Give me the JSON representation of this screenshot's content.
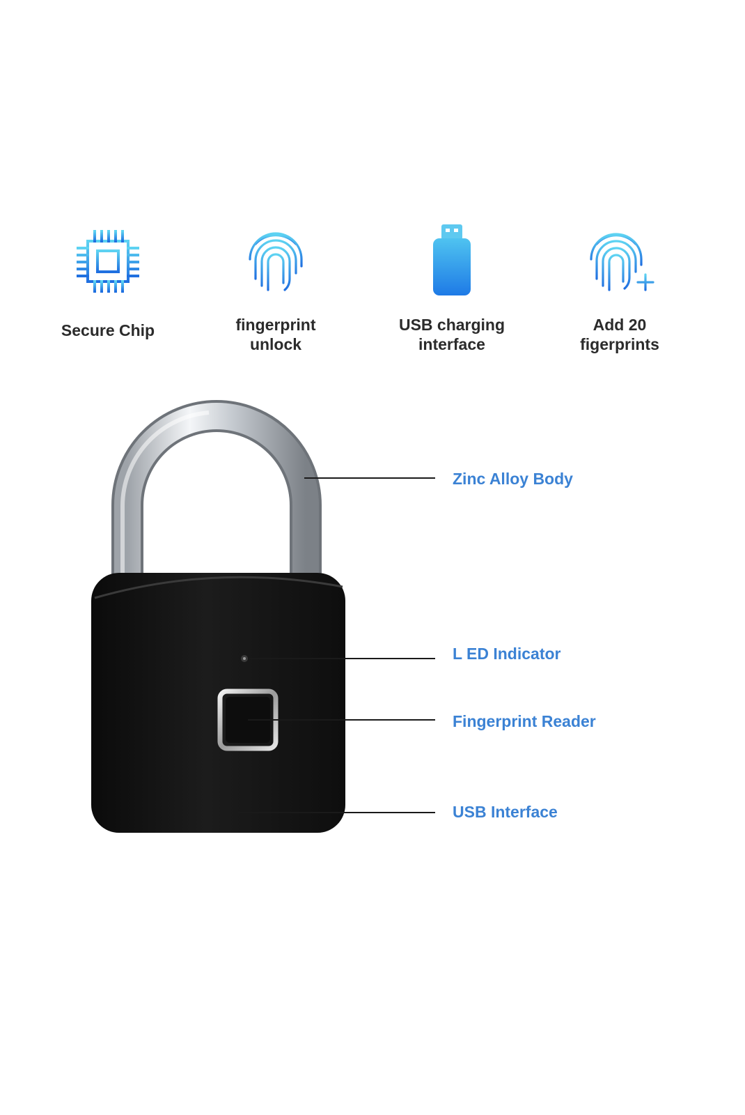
{
  "colors": {
    "icon_gradient_top": "#5ed3f2",
    "icon_gradient_bottom": "#1f6fe0",
    "callout_text": "#3b82d4",
    "lock_body": "#141414",
    "shackle": "#c9cdd2"
  },
  "features": [
    {
      "icon": "chip-icon",
      "label": "Secure Chip"
    },
    {
      "icon": "fingerprint-icon",
      "label": "fingerprint\nunlock"
    },
    {
      "icon": "usb-drive-icon",
      "label": "USB charging\ninterface"
    },
    {
      "icon": "fingerprint-add-icon",
      "label": "Add 20\nfigerprints"
    }
  ],
  "callouts": [
    {
      "label": "Zinc Alloy Body"
    },
    {
      "label": "L ED Indicator"
    },
    {
      "label": "Fingerprint Reader"
    },
    {
      "label": "USB Interface"
    }
  ]
}
